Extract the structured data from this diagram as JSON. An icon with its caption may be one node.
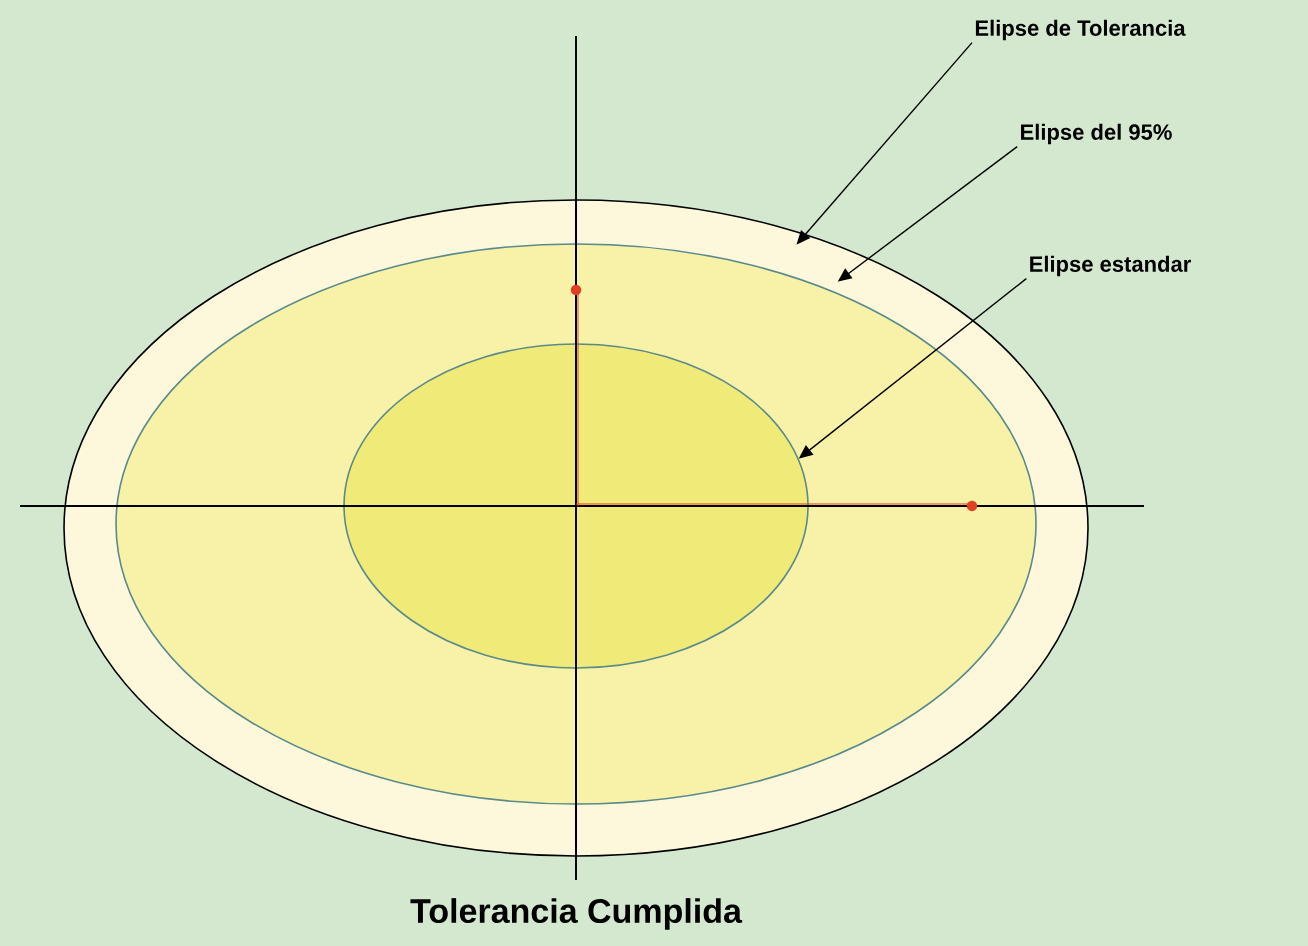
{
  "diagram": {
    "title": "Tolerancia Cumplida",
    "nodes": [
      {
        "text": [],
        "shape": "ellipse"
      },
      {
        "text": [],
        "shape": "ellipse",
        "in": 0
      },
      {
        "text": [],
        "shape": "ellipse",
        "in": 1
      },
      {
        "text": [
          "Elipse de Tolerancia"
        ]
      },
      {
        "text": [
          "Elipse del 95%"
        ]
      },
      {
        "text": [
          "Elipse estandar"
        ]
      }
    ],
    "edges": [
      {
        "from": 3,
        "to": 0,
        "arrow": "to"
      },
      {
        "from": 4,
        "to": 1,
        "arrow": "to"
      },
      {
        "from": 5,
        "to": 2,
        "arrow": "to"
      }
    ]
  }
}
